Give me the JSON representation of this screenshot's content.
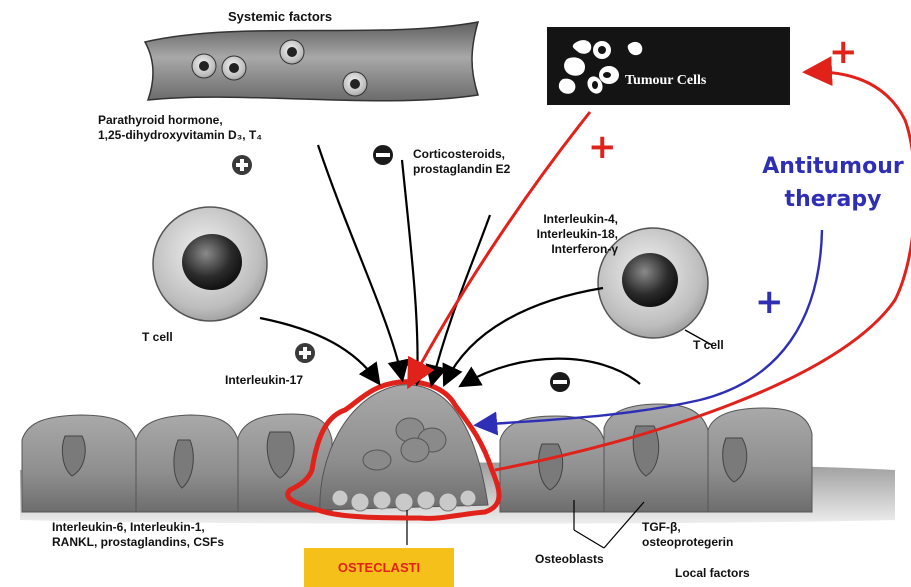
{
  "labels": {
    "systemic_factors": "Systemic factors",
    "pth_line1": "Parathyroid hormone,",
    "pth_line2": "1,25-dihydroxyvitamin D₃, T₄",
    "cortico_line1": "Corticosteroids,",
    "cortico_line2": "prostaglandin E2",
    "il_line1": "Interleukin-4,",
    "il_line2": "Interleukin-18,",
    "il_line3": "Interferon-γ",
    "tcell_left": "T cell",
    "tcell_right": "T cell",
    "il17": "Interleukin-17",
    "bottom_left_line1": "Interleukin-6, Interleukin-1,",
    "bottom_left_line2": "RANKL, prostaglandins, CSFs",
    "tgf_line1": "TGF-β,",
    "tgf_line2": "osteoprotegerin",
    "osteoblasts": "Osteoblasts",
    "local_factors": "Local factors",
    "tumour_cells": "Tumour Cells",
    "antitumour_line1": "Antitumour",
    "antitumour_line2": "therapy",
    "osteoclasti": "OSTECLASTI",
    "plus_red": "+",
    "plus_blue": "+"
  },
  "colors": {
    "red_arrow": "#e0221b",
    "blue_arrow": "#2f2fb6",
    "badge": "#f6c01b",
    "cell_gray": "#9a9a9a"
  },
  "icons": [
    "plus-circle-icon",
    "minus-circle-icon",
    "tumour-cells-icon"
  ]
}
